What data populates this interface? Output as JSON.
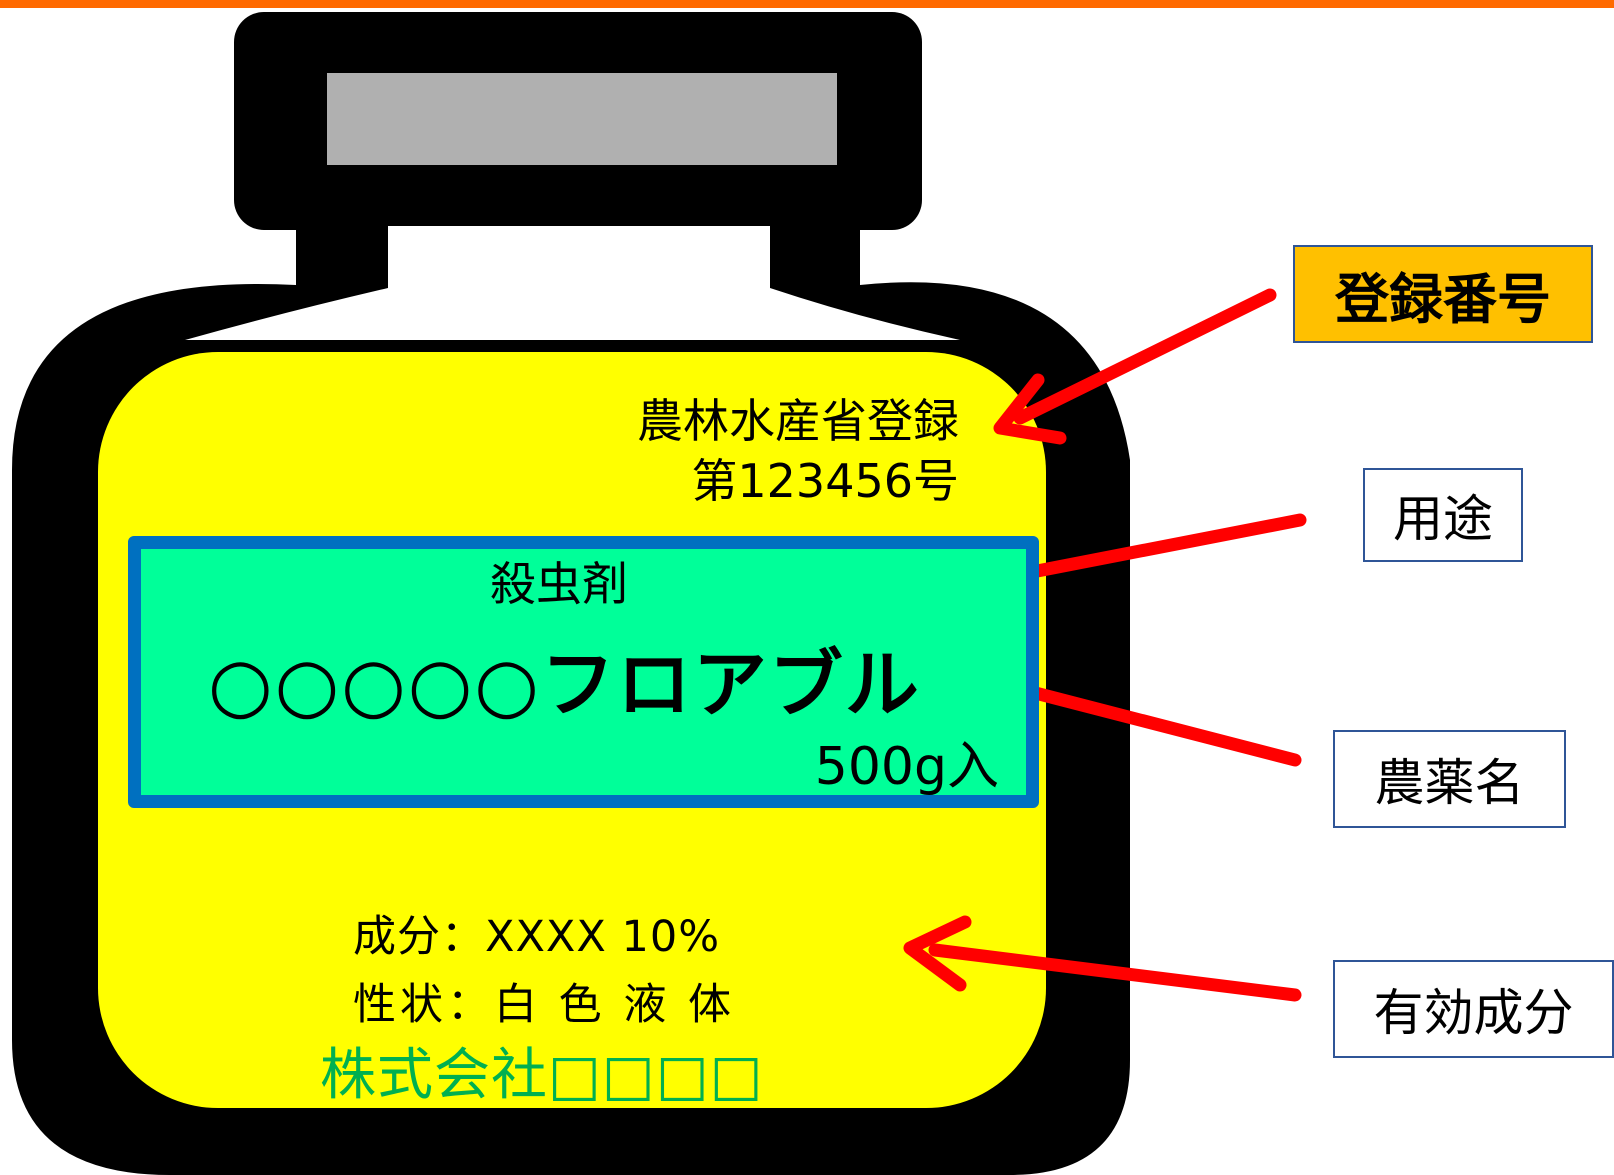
{
  "bottle_label": {
    "registration_line1": "農林水産省登録",
    "registration_line2": "第123456号",
    "use": "殺虫剤",
    "name_circles": "○○○○○",
    "name_suffix": "フロアブル",
    "quantity": "500g入",
    "ingredient": "成分：XXXX 10%",
    "property": "性状：白 色 液 体",
    "maker": "株式会社□□□□"
  },
  "callouts": {
    "registration_number": "登録番号",
    "use": "用途",
    "pesticide_name": "農薬名",
    "active_ingredient": "有効成分"
  },
  "colors": {
    "top_bar": "#ff6a00",
    "bottle_outline": "#000000",
    "cap_label": "#b0b0b0",
    "label_background": "#ffff00",
    "name_panel": "#00ff99",
    "name_panel_border": "#0070c0",
    "maker_text": "#00b050",
    "arrow": "#ff0000",
    "registration_callout": "#ffc000",
    "callout_border": "#2f5597"
  }
}
